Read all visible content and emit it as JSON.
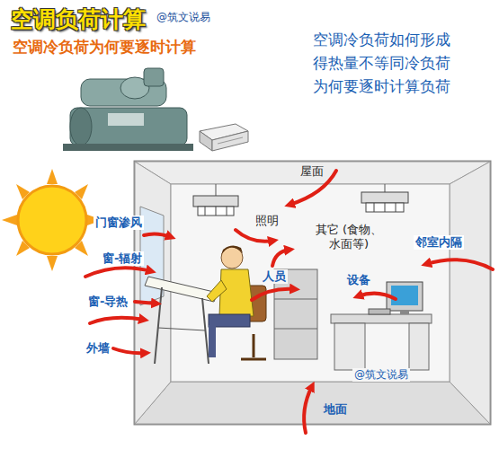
{
  "diagram": {
    "title": "空调负荷计算",
    "labels": [
      "@筑文说易",
      "空调冷负荷为何要逐时计算",
      "空调冷负荷如何形成",
      "得热量不等同冷负荷",
      "为何要逐时计算负荷",
      "屋面",
      "门窗渗风",
      "照明",
      "其它 (食物、水面等)",
      "邻室内隔",
      "窗-辐射",
      "人员",
      "设备",
      "窗-导热",
      "外墙",
      "@筑文说易",
      "地面"
    ]
  }
}
